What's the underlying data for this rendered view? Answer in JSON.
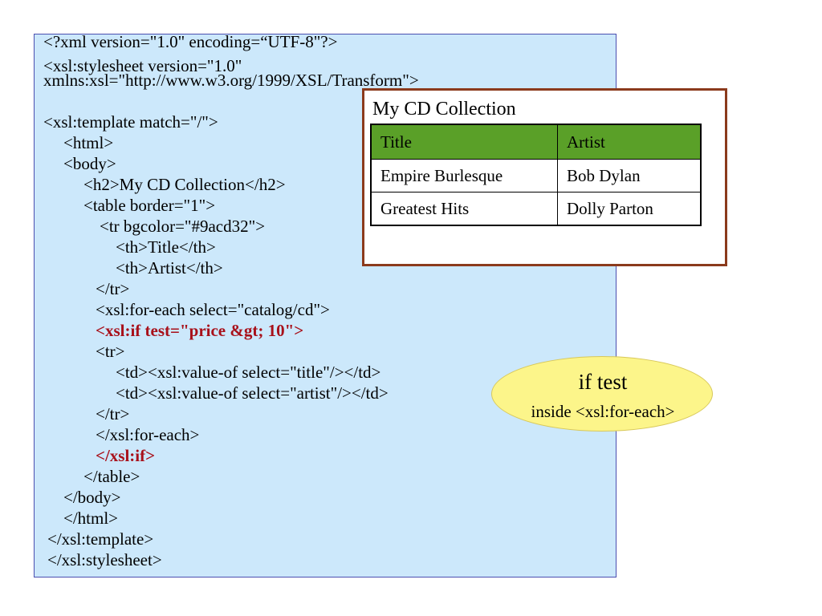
{
  "code": {
    "lines": [
      "<?xml version=\"1.0\" encoding=“UTF-8\"?>",
      "<xsl:stylesheet version=\"1.0\"",
      "xmlns:xsl=\"http://www.w3.org/1999/XSL/Transform\">",
      "<xsl:template match=\"/\">",
      "<html>",
      "<body>",
      "<h2>My CD Collection</h2>",
      "<table border=\"1\">",
      "<tr bgcolor=\"#9acd32\">",
      "<th>Title</th>",
      "<th>Artist</th>",
      "</tr>",
      "<xsl:for-each select=\"catalog/cd\">",
      "<xsl:if test=\"price &gt; 10\">",
      "<tr>",
      "<td><xsl:value-of select=\"title\"/></td>",
      "<td><xsl:value-of select=\"artist\"/></td>",
      "</tr>",
      "</xsl:for-each>",
      "</xsl:if>",
      "</table>",
      "</body>",
      "</html>",
      "</xsl:template>",
      "</xsl:stylesheet>"
    ]
  },
  "result": {
    "title": "My CD Collection",
    "header_color": "#5aa028",
    "columns": [
      "Title",
      "Artist"
    ],
    "rows": [
      [
        "Empire Burlesque",
        "Bob Dylan"
      ],
      [
        "Greatest Hits",
        "Dolly Parton"
      ]
    ]
  },
  "callout": {
    "main": "if test",
    "sub": "inside <xsl:for-each>"
  },
  "colors": {
    "code_background": "#cce8fb",
    "highlight": "#a8101a",
    "panel_border": "#8b3a1c",
    "callout_fill": "#fcf58a"
  }
}
